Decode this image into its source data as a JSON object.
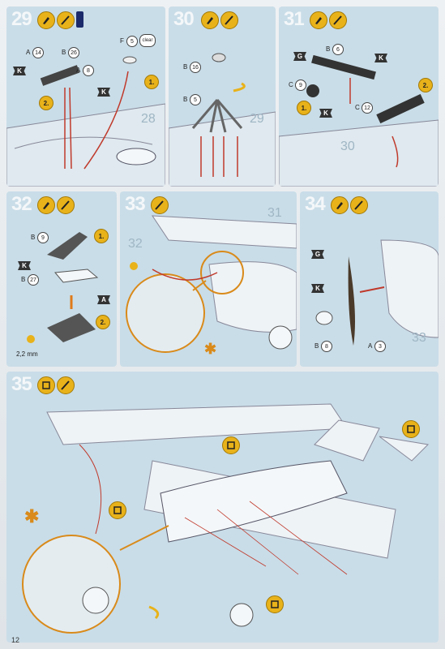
{
  "page_number": "12",
  "accent": "#e8b21a",
  "panel_color": "#c9dde8",
  "steps": {
    "s29": {
      "number": "29",
      "parts": [
        "14",
        "26",
        "8",
        "5"
      ],
      "labels": {
        "a": "A",
        "b": "B",
        "a2": "A",
        "f": "F",
        "k": "K",
        "k2": "K",
        "clear": "clear"
      },
      "order": [
        "1.",
        "2."
      ],
      "ghost": "28"
    },
    "s30": {
      "number": "30",
      "parts": [
        "16",
        "5"
      ],
      "labels": {
        "b": "B",
        "b2": "B"
      },
      "ghost": "29"
    },
    "s31": {
      "number": "31",
      "parts": [
        "6",
        "9",
        "12"
      ],
      "labels": {
        "b": "B",
        "c": "C",
        "c2": "C",
        "g": "G",
        "k": "K",
        "k2": "K"
      },
      "order": [
        "1.",
        "2."
      ],
      "ghost": "30"
    },
    "s32": {
      "number": "32",
      "parts": [
        "9",
        "27"
      ],
      "labels": {
        "b": "B",
        "b2": "B",
        "k": "K",
        "a": "A"
      },
      "order": [
        "1.",
        "2."
      ],
      "note": "2,2 mm"
    },
    "s33": {
      "number": "33",
      "ghost": "31",
      "ghost2": "32"
    },
    "s34": {
      "number": "34",
      "parts": [
        "8",
        "3"
      ],
      "labels": {
        "b": "B",
        "a": "A",
        "g": "G",
        "k": "K"
      },
      "ghost": "33"
    },
    "s35": {
      "number": "35"
    }
  }
}
